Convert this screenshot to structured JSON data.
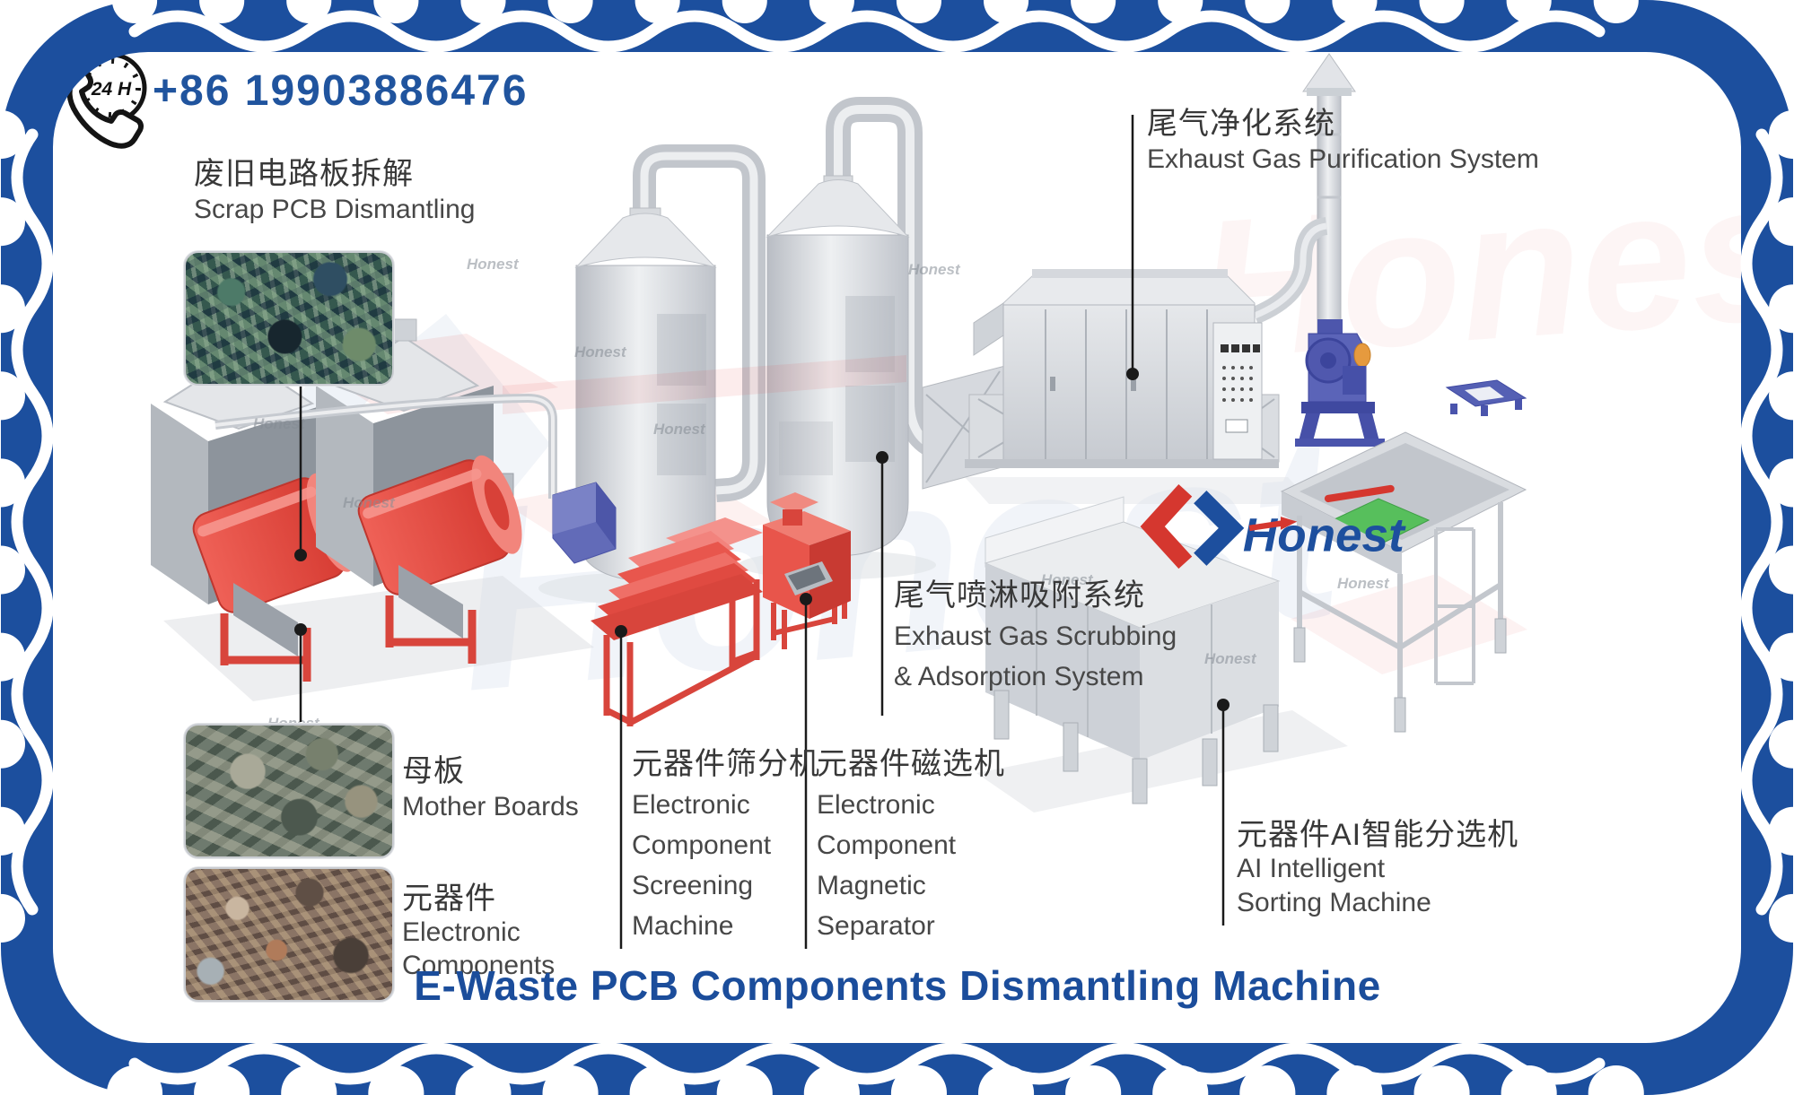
{
  "contact": {
    "phone": "+86 19903886476",
    "badge": "24 H"
  },
  "brand": {
    "name": "Honest",
    "red": "#d5372f",
    "blue": "#1d4f9e"
  },
  "title": "E-Waste PCB Components Dismantling Machine",
  "watermark": "Honest",
  "labels": {
    "scrap": {
      "zh": "废旧电路板拆解",
      "en": "Scrap PCB Dismantling"
    },
    "mother": {
      "zh": "母板",
      "en": "Mother Boards"
    },
    "components": {
      "zh": "元器件",
      "en1": "Electronic",
      "en2": "Components"
    },
    "screening": {
      "zh": "元器件筛分机",
      "en1": "Electronic",
      "en2": "Component",
      "en3": "Screening",
      "en4": "Machine"
    },
    "magnetic": {
      "zh": "元器件磁选机",
      "en1": "Electronic",
      "en2": "Component",
      "en3": "Magnetic",
      "en4": "Separator"
    },
    "scrubbing": {
      "zh": "尾气喷淋吸附系统",
      "en1": "Exhaust Gas Scrubbing",
      "en2": "& Adsorption System"
    },
    "purification": {
      "zh": "尾气净化系统",
      "en": "Exhaust Gas Purification System"
    },
    "ai": {
      "zh": "元器件AI智能分选机",
      "en1": "AI Intelligent",
      "en2": "Sorting Machine"
    }
  },
  "colors": {
    "border_blue": "#1c4f9e",
    "title_blue": "#1b4d9b",
    "machine_red": "#e0463e",
    "steel_gray": "#d5d8dd",
    "unit_blue": "#5560b4",
    "belt_green": "#57bf5c",
    "accent_orange": "#e69a3e"
  }
}
